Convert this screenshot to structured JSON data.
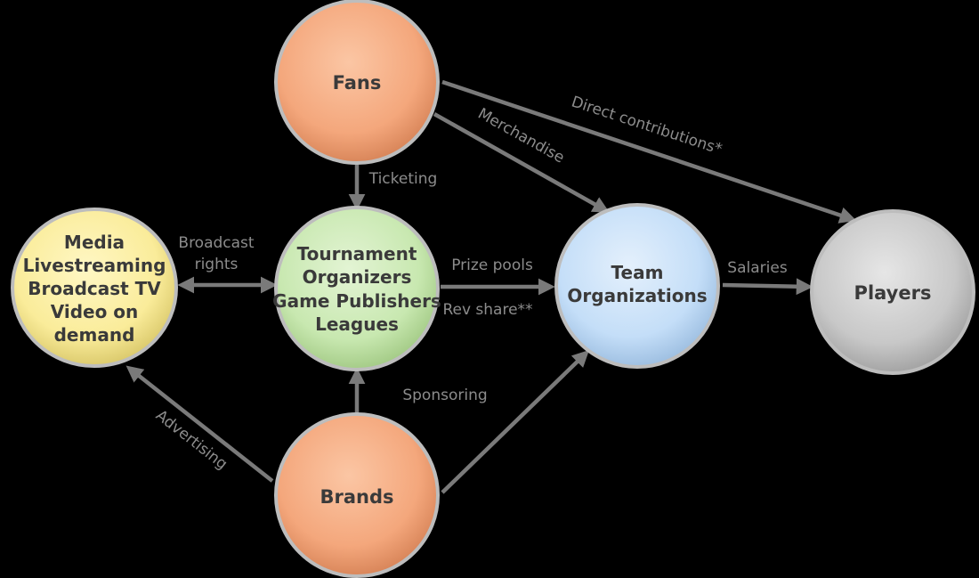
{
  "nodes": {
    "fans": {
      "label": "Fans",
      "color": "#f4a77c"
    },
    "media": {
      "label_lines": [
        "Media",
        "Livestreaming",
        "Broadcast TV",
        "Video on",
        "demand"
      ],
      "color": "#faec9a"
    },
    "tournament": {
      "label_lines": [
        "Tournament",
        "Organizers",
        "Game Publishers",
        "Leagues"
      ],
      "color": "#c8e8b0"
    },
    "team": {
      "label_lines": [
        "Team",
        "Organizations"
      ],
      "color": "#c4def8"
    },
    "players": {
      "label": "Players",
      "color": "#c8c8c8"
    },
    "brands": {
      "label": "Brands",
      "color": "#f4a77c"
    }
  },
  "edges": {
    "ticketing": "Ticketing",
    "merchandise": "Merchandise",
    "direct_contributions": "Direct contributions*",
    "broadcast_rights": [
      "Broadcast",
      "rights"
    ],
    "prize_pools": "Prize pools",
    "rev_share": "Rev share**",
    "salaries": "Salaries",
    "sponsoring": "Sponsoring",
    "advertising": "Advertising"
  }
}
